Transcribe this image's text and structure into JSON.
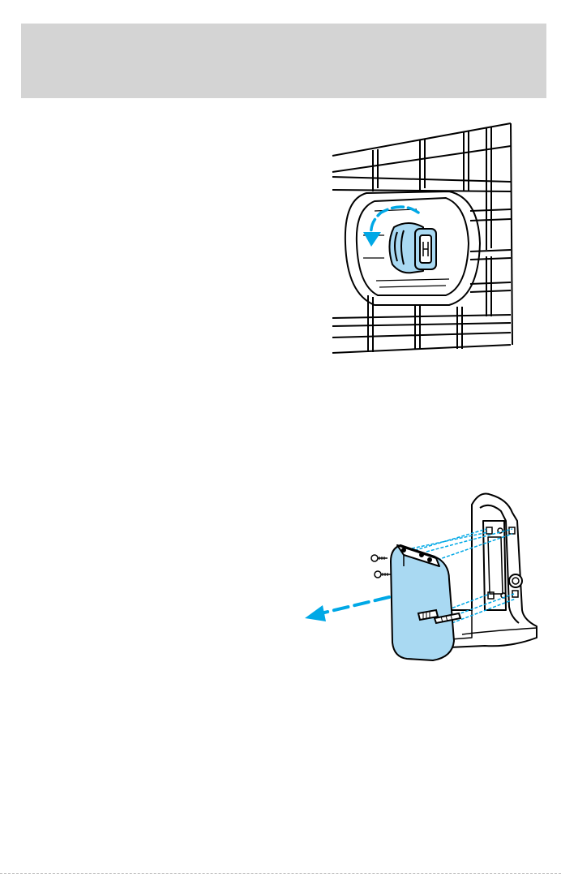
{
  "colors": {
    "header_band": "#d4d4d4",
    "accent_blue": "#00a8e6",
    "part_fill": "#a9d9f2",
    "line": "#000000"
  },
  "illustrations": [
    {
      "id": "headlamp-bulb-socket-removal",
      "icon": "rotate-counterclockwise-arrow"
    },
    {
      "id": "taillamp-assembly-removal",
      "icon": "pull-out-arrow"
    }
  ]
}
